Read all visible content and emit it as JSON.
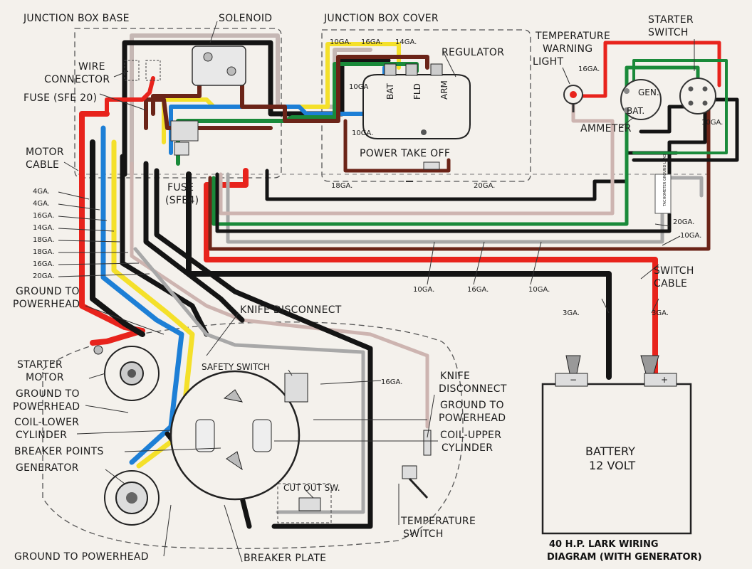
{
  "colors": {
    "red": "#e8231c",
    "black": "#141414",
    "blue": "#1d7fd6",
    "yellow": "#f4e02a",
    "green": "#1a8a3a",
    "brown": "#6b2418",
    "gray": "#a8a8a8",
    "pink": "#cdb4b0",
    "background": "#f4f1ec"
  },
  "boxes": {
    "junction_box_base": "JUNCTION BOX BASE",
    "junction_box_cover": "JUNCTION BOX COVER"
  },
  "labels": {
    "solenoid": "SOLENOID",
    "regulator": "REGULATOR",
    "wire_connector_1": "WIRE",
    "wire_connector_2": "CONNECTOR",
    "fuse_sfe20": "FUSE (SFE 20)",
    "motor_cable_1": "MOTOR",
    "motor_cable_2": "CABLE",
    "fuse_sfe4_1": "FUSE",
    "fuse_sfe4_2": "(SFE4)",
    "power_take_off": "POWER TAKE OFF",
    "temp_warning_1": "TEMPERATURE",
    "temp_warning_2": "WARNING",
    "temp_warning_3": "LIGHT",
    "starter_switch_1": "STARTER",
    "starter_switch_2": "SWITCH",
    "ammeter": "AMMETER",
    "gen": "GEN.",
    "bat": "BAT.",
    "switch_cable_1": "SWITCH",
    "switch_cable_2": "CABLE",
    "ground_powerhead_top_1": "GROUND TO",
    "ground_powerhead_top_2": "POWERHEAD",
    "knife_disconnect_top": "KNIFE DISCONNECT",
    "starter_motor_1": "STARTER",
    "starter_motor_2": "MOTOR",
    "ground_powerhead_mid_1": "GROUND TO",
    "ground_powerhead_mid_2": "POWERHEAD",
    "coil_lower_1": "COIL-LOWER",
    "coil_lower_2": "CYLINDER",
    "breaker_points": "BREAKER POINTS",
    "generator": "GENERATOR",
    "ground_powerhead_bottom": "GROUND TO POWERHEAD",
    "breaker_plate": "BREAKER PLATE",
    "safety_switch": "SAFETY SWITCH",
    "cut_out_sw": "CUT OUT SW.",
    "knife_disconnect_right_1": "KNIFE",
    "knife_disconnect_right_2": "DISCONNECT",
    "ground_powerhead_right_1": "GROUND TO",
    "ground_powerhead_right_2": "POWERHEAD",
    "coil_upper_1": "COIL-UPPER",
    "coil_upper_2": "CYLINDER",
    "temp_switch_1": "TEMPERATURE",
    "temp_switch_2": "SWITCH",
    "battery_1": "BATTERY",
    "battery_2": "12 VOLT",
    "battery_minus": "−",
    "battery_plus": "+",
    "tach_tag": "TACHOMETER GROUND LEAD"
  },
  "regulator_terminals": [
    "BAT",
    "FLD",
    "ARM"
  ],
  "gauges": {
    "left": [
      "4GA.",
      "4GA.",
      "16GA.",
      "14GA.",
      "18GA.",
      "18GA.",
      "16GA.",
      "20GA."
    ],
    "junction_cover": [
      "10GA.",
      "16GA.",
      "14GA.",
      "10GA",
      "10GA."
    ],
    "temp_light": "16GA.",
    "starter": "10GA.",
    "harness_18": "18GA.",
    "harness_20": "20GA.",
    "right_20": "20GA.",
    "right_10": "10GA.",
    "bottom": [
      "10GA.",
      "16GA.",
      "10GA."
    ],
    "battery_left": "3GA.",
    "battery_right": "3GA.",
    "safety_16": "16GA."
  },
  "title": {
    "line1": "40 H.P. LARK WIRING",
    "line2": "DIAGRAM (WITH GENERATOR)"
  }
}
